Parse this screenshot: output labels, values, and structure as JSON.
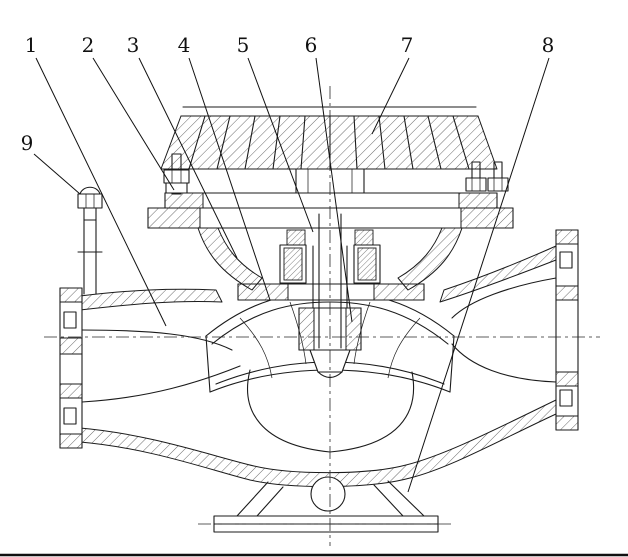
{
  "drawing": {
    "ink": "#1b1b1b",
    "paper": "#ffffff",
    "callouts": [
      {
        "label": "1"
      },
      {
        "label": "2"
      },
      {
        "label": "3"
      },
      {
        "label": "4"
      },
      {
        "label": "5"
      },
      {
        "label": "6"
      },
      {
        "label": "7"
      },
      {
        "label": "8"
      },
      {
        "label": "9"
      }
    ]
  }
}
